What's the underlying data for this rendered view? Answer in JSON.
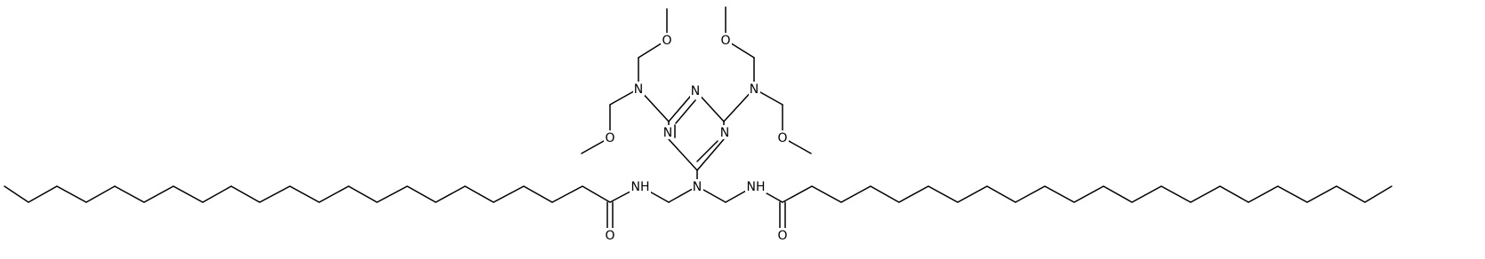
{
  "molecule": {
    "atoms": {
      "n_ring_top": "N",
      "n_ring_left": "N",
      "n_ring_right": "N",
      "n_amine_left": "N",
      "n_amine_right": "N",
      "n_amine_bottom": "N",
      "o_methoxy_ul": "O",
      "o_methoxy_ll": "O",
      "o_methoxy_ur": "O",
      "o_methoxy_lr": "O",
      "nh_amide_left": "NH",
      "nh_amide_right": "NH",
      "o_carbonyl_left": "O",
      "o_carbonyl_right": "O"
    }
  }
}
